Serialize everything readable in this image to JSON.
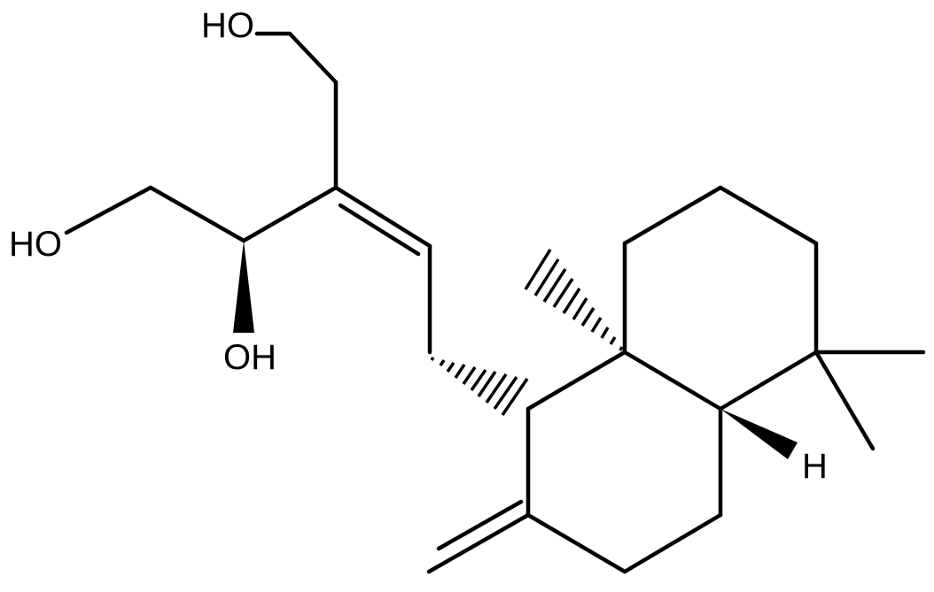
{
  "molecule": {
    "labels": {
      "hydroxyl_top": "HO",
      "hydroxyl_left": "HO",
      "hydroxyl_secondary": "OH",
      "ring_junction_h": "H"
    },
    "colors": {
      "bond": "#000000",
      "label": "#000000",
      "background": "#ffffff"
    }
  }
}
